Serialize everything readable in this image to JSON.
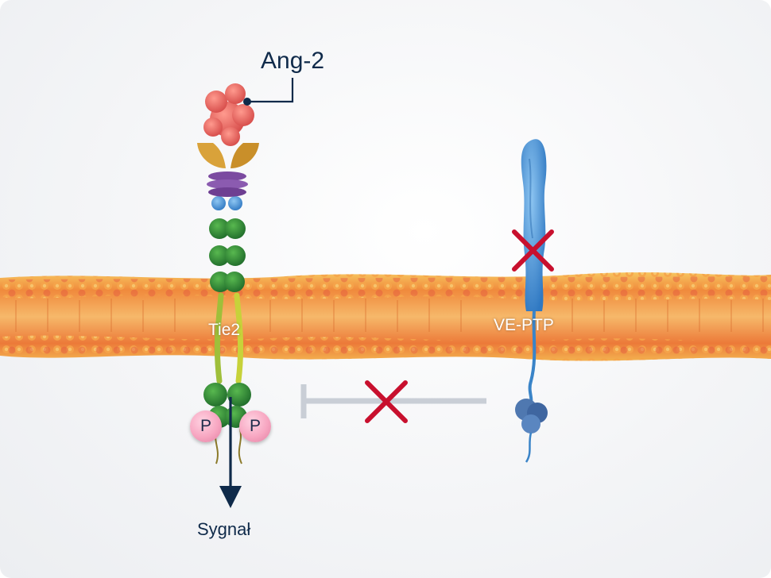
{
  "labels": {
    "ang2": "Ang-2",
    "tie2": "Tie2",
    "veptp": "VE-PTP",
    "phospho": "P",
    "signal": "Sygnał"
  },
  "colors": {
    "navy": "#0f2a4a",
    "inhibit_cross": "#c8102e",
    "ang2": "#e8625c",
    "tie2_green": "#2e8b3a",
    "veptp_blue": "#3d8fd6",
    "membrane_orange": "#e8823a"
  }
}
